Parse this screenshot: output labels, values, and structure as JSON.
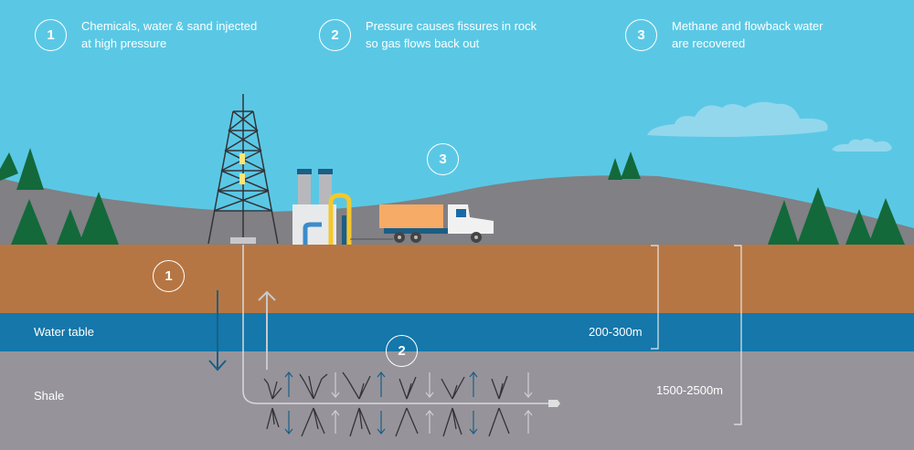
{
  "steps": [
    {
      "number": "1",
      "line1": "Chemicals, water & sand injected",
      "line2": "at high pressure"
    },
    {
      "number": "2",
      "line1": "Pressure causes fissures in rock",
      "line2": "so gas flows back out"
    },
    {
      "number": "3",
      "line1": "Methane and flowback water",
      "line2": "are recovered"
    }
  ],
  "markers": {
    "surface": "3",
    "topsoil": "1",
    "shale": "2"
  },
  "layers": {
    "water_table": "Water table",
    "shale": "Shale"
  },
  "depths": {
    "water_table_depth": "200-300m",
    "shale_depth": "1500-2500m"
  },
  "colors": {
    "sky": "#5ac8e5",
    "hills": "#808085",
    "trees": "#13693a",
    "topsoil": "#b67643",
    "water": "#1577aa",
    "shale": "#96949a",
    "truck_tank": "#f6ab66",
    "pipe_yellow": "#f4c82b",
    "arrow_down": "#1b5e86",
    "arrow_up": "#c8c8cc"
  }
}
